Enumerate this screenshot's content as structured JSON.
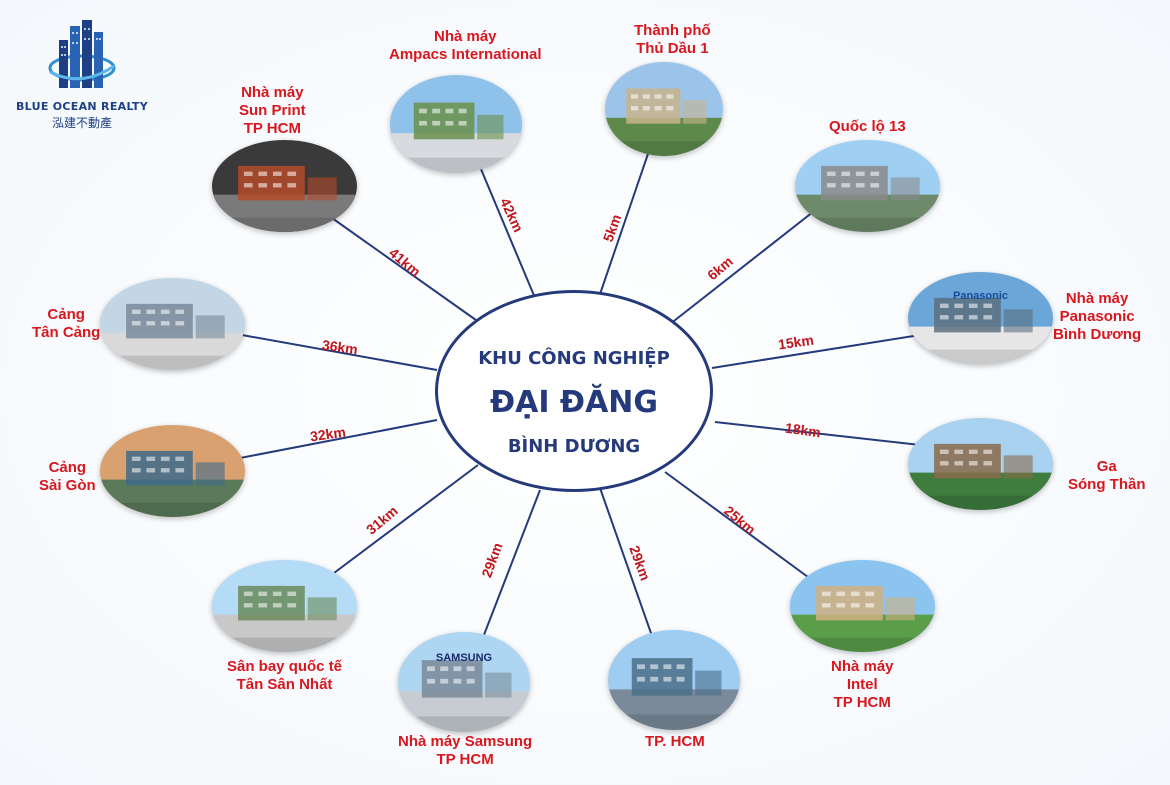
{
  "brand": {
    "name": "BLUE OCEAN REALTY",
    "subtitle": "泓建不動產",
    "color": "#1d3f86"
  },
  "center": {
    "line1": "KHU CÔNG NGHIỆP",
    "line2": "ĐẠI ĐĂNG",
    "line3": "BÌNH DƯƠNG",
    "color": "#253a7c"
  },
  "colors": {
    "label": "#d9171e",
    "distance": "#c0161c",
    "line": "#253a7c"
  },
  "nodes": [
    {
      "id": "sun-print",
      "label": [
        "Nhà máy",
        "Sun Print",
        "TP HCM"
      ],
      "distance": "41km",
      "icon": "sun-print-factory-photo"
    },
    {
      "id": "ampacs",
      "label": [
        "Nhà máy",
        "Ampacs International"
      ],
      "distance": "42km",
      "icon": "ampacs-factory-photo"
    },
    {
      "id": "thu-dau-mot",
      "label": [
        "Thành phố",
        "Thủ Dầu 1"
      ],
      "distance": "5km",
      "icon": "city-aerial-photo"
    },
    {
      "id": "ql13",
      "label": [
        "Quốc lộ 13"
      ],
      "distance": "6km",
      "icon": "highway-photo"
    },
    {
      "id": "panasonic",
      "label": [
        "Nhà máy",
        "Panasonic",
        "Bình Dương"
      ],
      "distance": "15km",
      "icon": "panasonic-factory-photo",
      "sign": "Panasonic"
    },
    {
      "id": "song-than",
      "label": [
        "Ga",
        "Sóng Thần"
      ],
      "distance": "18km",
      "icon": "train-station-photo"
    },
    {
      "id": "intel",
      "label": [
        "Nhà máy",
        "Intel",
        "TP HCM"
      ],
      "distance": "25km",
      "icon": "intel-factory-photo"
    },
    {
      "id": "tphcm",
      "label": [
        "TP. HCM"
      ],
      "distance": "29km",
      "icon": "hcmc-skyline-photo"
    },
    {
      "id": "samsung",
      "label": [
        "Nhà máy Samsung",
        "TP HCM"
      ],
      "distance": "29km",
      "icon": "samsung-factory-photo",
      "sign": "SAMSUNG"
    },
    {
      "id": "tan-son-nhat",
      "label": [
        "Sân bay quốc tế",
        "Tân Sân Nhất"
      ],
      "distance": "31km",
      "icon": "airport-photo"
    },
    {
      "id": "cang-sai-gon",
      "label": [
        "Cảng",
        "Sài Gòn"
      ],
      "distance": "32km",
      "icon": "port-saigon-photo"
    },
    {
      "id": "cang-tan-cang",
      "label": [
        "Cảng",
        "Tân Cảng"
      ],
      "distance": "36km",
      "icon": "port-tan-cang-photo"
    }
  ]
}
